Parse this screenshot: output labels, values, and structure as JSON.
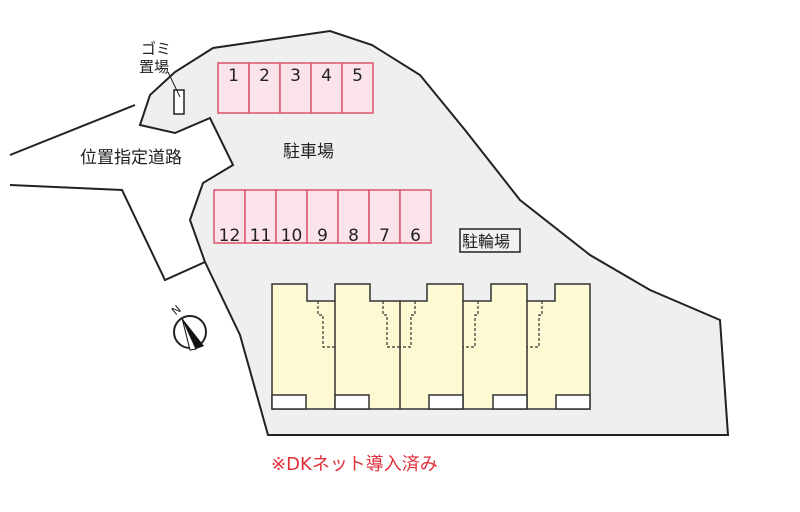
{
  "labels": {
    "garbage": [
      "ゴミ",
      "置場"
    ],
    "road": "位置指定道路",
    "parking": "駐車場",
    "bicycle": "駐輪場",
    "compass_n": "N",
    "note": "※DKネット導入済み"
  },
  "parking_top": [
    "1",
    "2",
    "3",
    "4",
    "5"
  ],
  "parking_bottom": [
    "12",
    "11",
    "10",
    "9",
    "8",
    "7",
    "6"
  ],
  "colors": {
    "lot": "#efeff0",
    "parking_fill": "#fbe3ea",
    "parking_stroke": "#d9566c",
    "building": "#fdf9d2",
    "note": "#e0303a"
  }
}
